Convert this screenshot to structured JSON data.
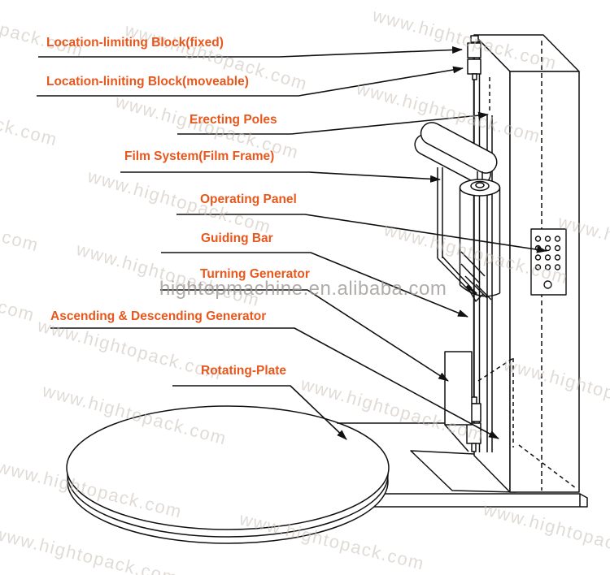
{
  "diagram": {
    "subject": "pallet stretch wrapping machine line drawing",
    "label_color": "#e8571c",
    "line_color": "#111111",
    "labels": [
      {
        "text": "Location-limiting Block(fixed)"
      },
      {
        "text": "Location-liniting Block(moveable)"
      },
      {
        "text": "Erecting Poles"
      },
      {
        "text": "Film System(Film Frame)"
      },
      {
        "text": "Operating Panel"
      },
      {
        "text": "Guiding Bar"
      },
      {
        "text": "Turning Generator"
      },
      {
        "text": "Ascending & Descending Generator"
      },
      {
        "text": "Rotating-Plate"
      }
    ],
    "operating_panel": {
      "small_buttons": 12,
      "large_buttons": 1
    }
  },
  "watermarks": {
    "diagonal_text": "www.hightopack.com",
    "horizontal_text": "hightopmachine.en.alibaba.com",
    "color": "#c9bfb6"
  }
}
